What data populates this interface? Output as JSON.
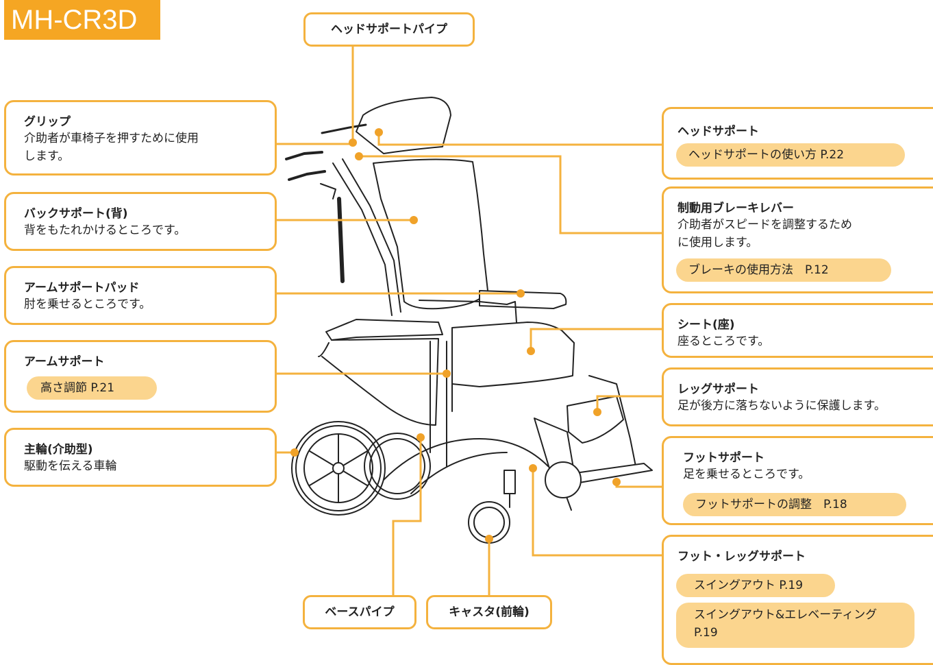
{
  "title": "MH-CR3D",
  "colors": {
    "accent": "#f4b23e",
    "accent_dark": "#f0a229",
    "pill_fill": "#fbd58e",
    "title_bg": "#f5a623"
  },
  "labels": {
    "head_pipe": "ヘッドサポートパイプ",
    "base_pipe": "ベースパイプ",
    "caster": "キャスタ(前輪)"
  },
  "left_boxes": {
    "grip": {
      "title": "グリップ",
      "desc": [
        "介助者が車椅子を押すために使用",
        "します。"
      ]
    },
    "back": {
      "title": "バックサポート(背)",
      "desc": "背をもたれかけるところです。"
    },
    "arm_pad": {
      "title": "アームサポートパッド",
      "desc": "肘を乗せるところです。"
    },
    "arm": {
      "title": "アームサポート",
      "pill": "高さ調節 P.21"
    },
    "wheel": {
      "title": "主輪(介助型)",
      "desc": "駆動を伝える車輪"
    }
  },
  "right_boxes": {
    "head": {
      "title": "ヘッドサポート",
      "pill": "ヘッドサポートの使い方 P.22"
    },
    "brake": {
      "title": "制動用ブレーキレバー",
      "desc": [
        "介助者がスピードを調整するため",
        "に使用します。"
      ],
      "pill": "ブレーキの使用方法　P.12"
    },
    "seat": {
      "title": "シート(座)",
      "desc": "座るところです。"
    },
    "leg": {
      "title": "レッグサポート",
      "desc": "足が後方に落ちないように保護します。"
    },
    "foot": {
      "title": "フットサポート",
      "desc": "足を乗せるところです。",
      "pill": "フットサポートの調整　P.18"
    },
    "footleg": {
      "title": "フット・レッグサポート",
      "pill1": "スイングアウト P.19",
      "pill2": [
        "スイングアウト&エレベーティング",
        "P.19"
      ]
    }
  }
}
